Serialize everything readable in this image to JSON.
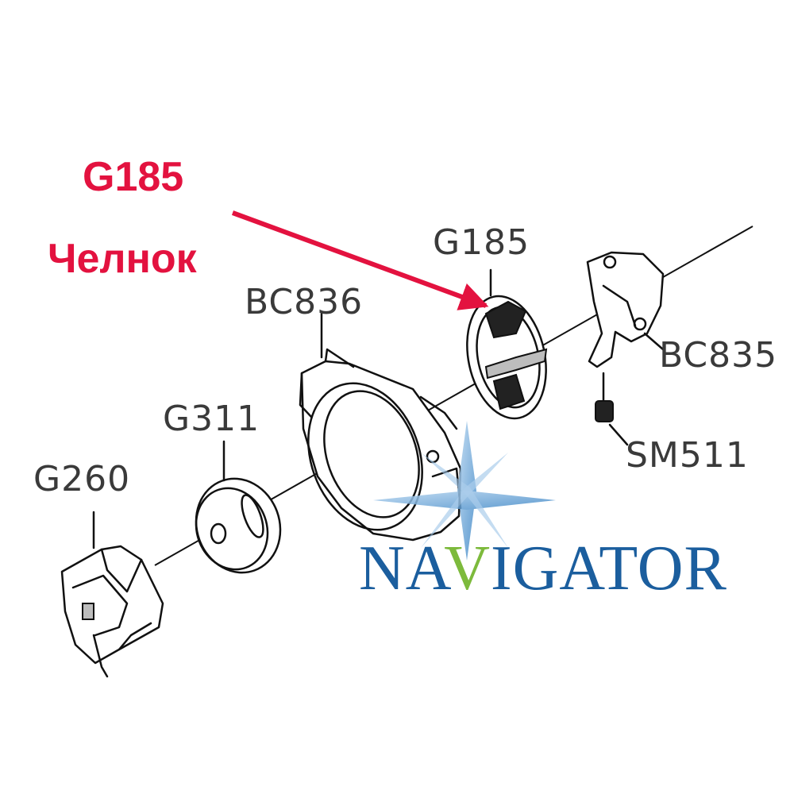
{
  "callout": {
    "code": "G185",
    "name": "Челнок",
    "color": "#e3123f"
  },
  "parts": {
    "g185": "G185",
    "bc836": "BC836",
    "bc835": "BC835",
    "sm511": "SM511",
    "g311": "G311",
    "g260": "G260"
  },
  "watermark": {
    "prefix": "NA",
    "v": "V",
    "suffix": "IGATOR",
    "color": "#1b5e9e",
    "accent_color": "#7dba3c",
    "icon": "compass-star-icon"
  }
}
